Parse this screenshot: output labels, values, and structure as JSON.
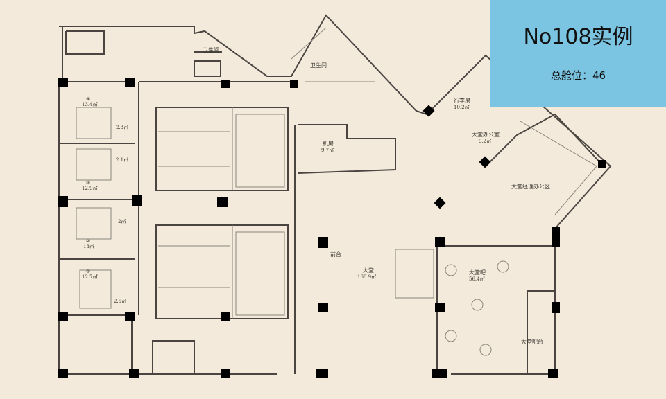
{
  "badge": {
    "title": "No108实例",
    "capacity": "总舱位：46"
  },
  "colors": {
    "background": "#f3eadb",
    "badge": "#7bc5e2",
    "wall": "#4a4540"
  },
  "rooms": {
    "wc1": "卫生间",
    "wc2": "卫生间",
    "machine": "机房",
    "machine_area": "9.7㎡",
    "luggage": "行李房",
    "luggage_area": "10.2㎡",
    "office": "大堂办公室",
    "office_area": "9.2㎡",
    "manager": "大堂经理办公区",
    "reception": "前台",
    "lobby": "大堂",
    "lobby_area": "168.9㎡",
    "bar": "大堂吧",
    "bar_area": "56.4㎡",
    "bar_counter": "大堂吧台",
    "room4": "④",
    "room4_area": "13.4㎡",
    "bath4_area": "2.3㎡",
    "bath3_area": "2.1㎡",
    "room3": "③",
    "room3_area": "12.9㎡",
    "bath2_area": "2㎡",
    "room2": "②",
    "room2_area": "13㎡",
    "room1": "①",
    "room1_area": "12.7㎡",
    "bath1_area": "2.5㎡"
  }
}
